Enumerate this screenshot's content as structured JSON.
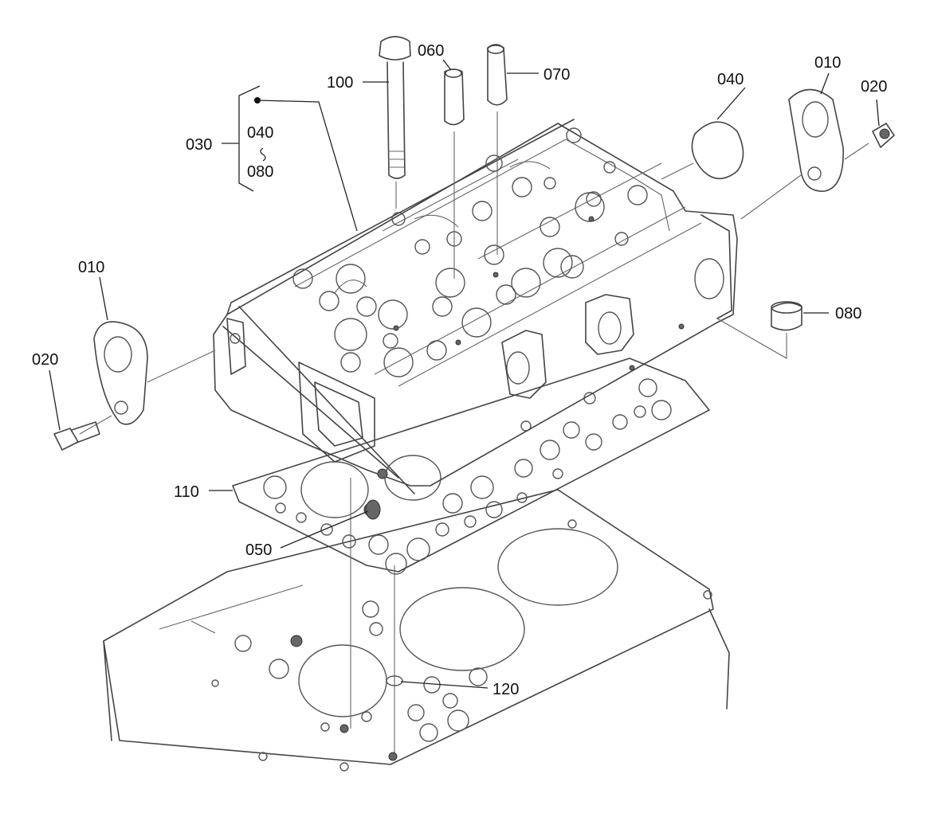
{
  "labels": {
    "l010_left": "010",
    "l010_right": "010",
    "l020_left": "020",
    "l020_right": "020",
    "l030": "030",
    "l040_bracket": "040",
    "l080_bracket": "080",
    "l040": "040",
    "l050": "050",
    "l060": "060",
    "l070": "070",
    "l080": "080",
    "l100": "100",
    "l110": "110",
    "l120": "120"
  }
}
